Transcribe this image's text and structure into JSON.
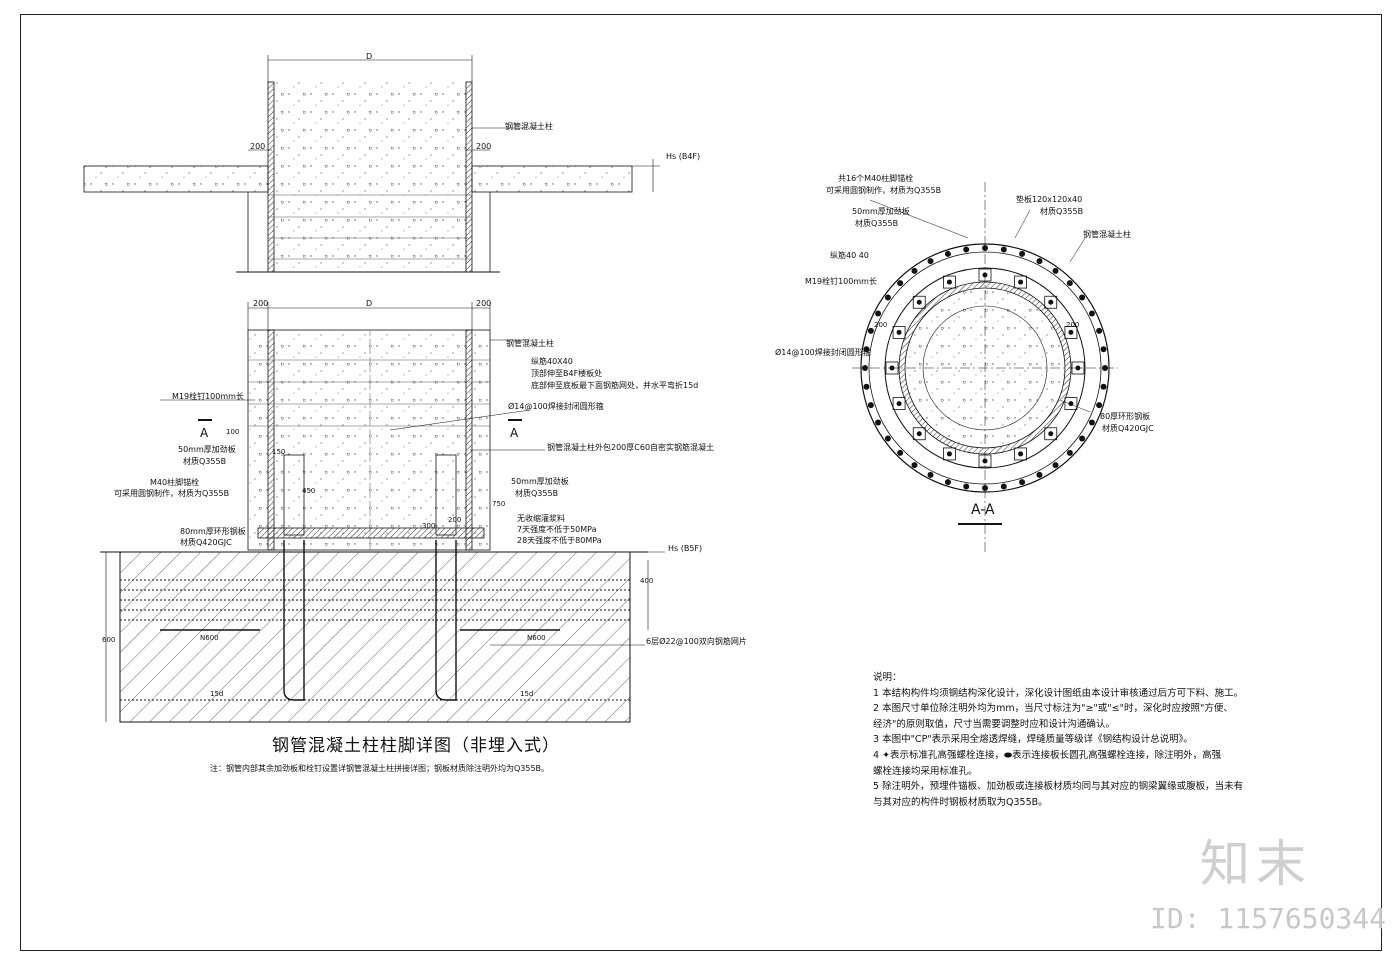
{
  "drawing": {
    "title": "钢管混凝土柱柱脚详图（非埋入式）",
    "subnote": "注：钢管内部其余加劲板和栓钉设置详钢管混凝土柱拼接详图；钢板材质除注明外均为Q355B。",
    "section_title": "A-A"
  },
  "elevation_labels": {
    "dim_D_top": "D",
    "dim_200_left_top": "200",
    "dim_200_right_top": "200",
    "column_top": "钢管混凝土柱",
    "level_b4f": "Hs (B4F)",
    "dim_200_left": "200",
    "dim_D": "D",
    "dim_200_right": "200",
    "column_main": "钢管混凝土柱",
    "rebar_40": "纵筋40X40",
    "rebar_note1": "顶部伸至B4F楼板处",
    "rebar_note2": "底部伸至底板最下面钢筋网处，并水平弯折15d",
    "stirrup": "Ø14@100焊接封闭圆形箍",
    "m19": "M19栓钉100mm长",
    "sec_a_left": "A",
    "sec_a_right": "A",
    "wrap": "钢管混凝土柱外包200厚C60自密实钢筋混凝土",
    "stiff_left1": "50mm厚加劲板",
    "stiff_left2": "材质Q355B",
    "anchor1": "M40柱脚锚栓",
    "anchor2": "可采用圆钢制作，材质为Q355B",
    "ring_left1": "80mm厚环形钢板",
    "ring_left2": "材质Q420GJC",
    "stiff_right1": "50mm厚加劲板",
    "stiff_right2": "材质Q355B",
    "grout1": "无收缩灌浆料",
    "grout2": "7天强度不低于50MPa",
    "grout3": "28天强度不低于80MPa",
    "level_b5f": "Hs (B5F)",
    "mesh": "6层Ø22@100双向钢筋网片",
    "dim_150": "150",
    "dim_100": "100",
    "dim_750": "750",
    "dim_450": "450",
    "dim_300": "300",
    "dim_200a": "200",
    "dim_600": "600",
    "dim_15d": "15d",
    "dim_400": "400",
    "dim_N600": "N600"
  },
  "section_labels": {
    "bolts16_1": "共16个M40柱脚锚栓",
    "bolts16_2": "可采用圆钢制作，材质为Q355B",
    "stiff1": "50mm厚加劲板",
    "stiff2": "材质Q355B",
    "rebar": "纵筋40 40",
    "m19": "M19栓钉100mm长",
    "stirrup": "Ø14@100焊接封闭圆形箍",
    "washer1": "垫板120x120x40",
    "washer2": "材质Q355B",
    "column": "钢管混凝土柱",
    "ring1": "80厚环形钢板",
    "ring2": "材质Q420GJC",
    "d200l": "200",
    "d200r": "200"
  },
  "notes": {
    "head": "说明：",
    "lines": [
      "1  本结构构件均须钢结构深化设计，深化设计图纸由本设计审核通过后方可下料、施工。",
      "2  本图尺寸单位除注明外均为mm，当尺寸标注为\"≥\"或\"≤\"时，深化时应按照\"方便、",
      "    经济\"的原则取值，尺寸当需要调整时应和设计沟通确认。",
      "3  本图中\"CP\"表示采用全熔透焊缝，焊缝质量等级详《钢结构设计总说明》。",
      "4  ✦表示标准孔高强螺栓连接，⬬表示连接板长圆孔高强螺栓连接，除注明外，高强",
      "    螺栓连接均采用标准孔。",
      "5  除注明外，预埋件锚板、加劲板或连接板材质均同与其对应的钢梁翼缘或腹板，当未有",
      "    与其对应的构件时钢板材质取为Q355B。"
    ]
  },
  "watermark": {
    "brand": "知末",
    "id": "ID: 1157650344"
  }
}
